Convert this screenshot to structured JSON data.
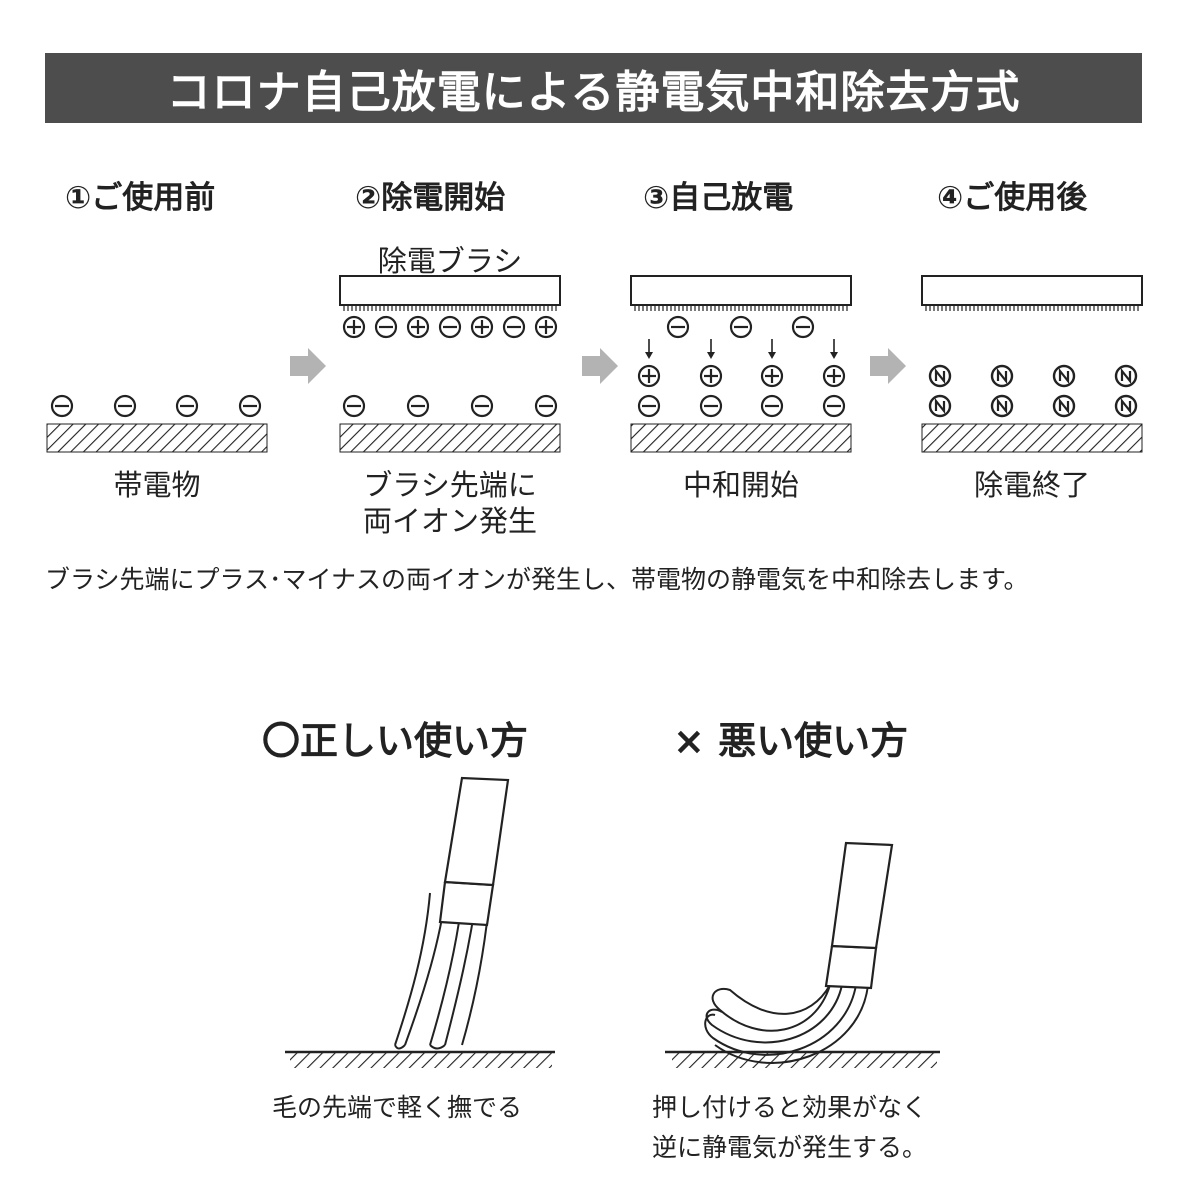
{
  "header": {
    "title": "コロナ自己放電による静電気中和除去方式"
  },
  "steps": [
    {
      "title": "①ご使用前",
      "caption": "帯電物"
    },
    {
      "title": "②除電開始",
      "brush_label": "除電ブラシ",
      "caption_line1": "ブラシ先端に",
      "caption_line2": "両イオン発生"
    },
    {
      "title": "③自己放電",
      "caption": "中和開始"
    },
    {
      "title": "④ご使用後",
      "caption": "除電終了"
    }
  ],
  "explanation": "ブラシ先端にプラス･マイナスの両イオンが発生し、帯電物の静電気を中和除去します。",
  "usage": {
    "correct": {
      "title": "〇正しい使い方",
      "caption": "毛の先端で軽く撫でる"
    },
    "wrong": {
      "title": "× 悪い使い方",
      "caption_line1": "押し付けると効果がなく",
      "caption_line2": "逆に静電気が発生する。"
    }
  },
  "colors": {
    "title_bar": "#4d4d4d",
    "arrow": "#b3b3b3",
    "ink": "#222222"
  },
  "icons": [
    "minus-ion-icon",
    "plus-ion-icon",
    "neutral-ion-icon",
    "next-arrow-icon",
    "down-arrow-icon"
  ]
}
